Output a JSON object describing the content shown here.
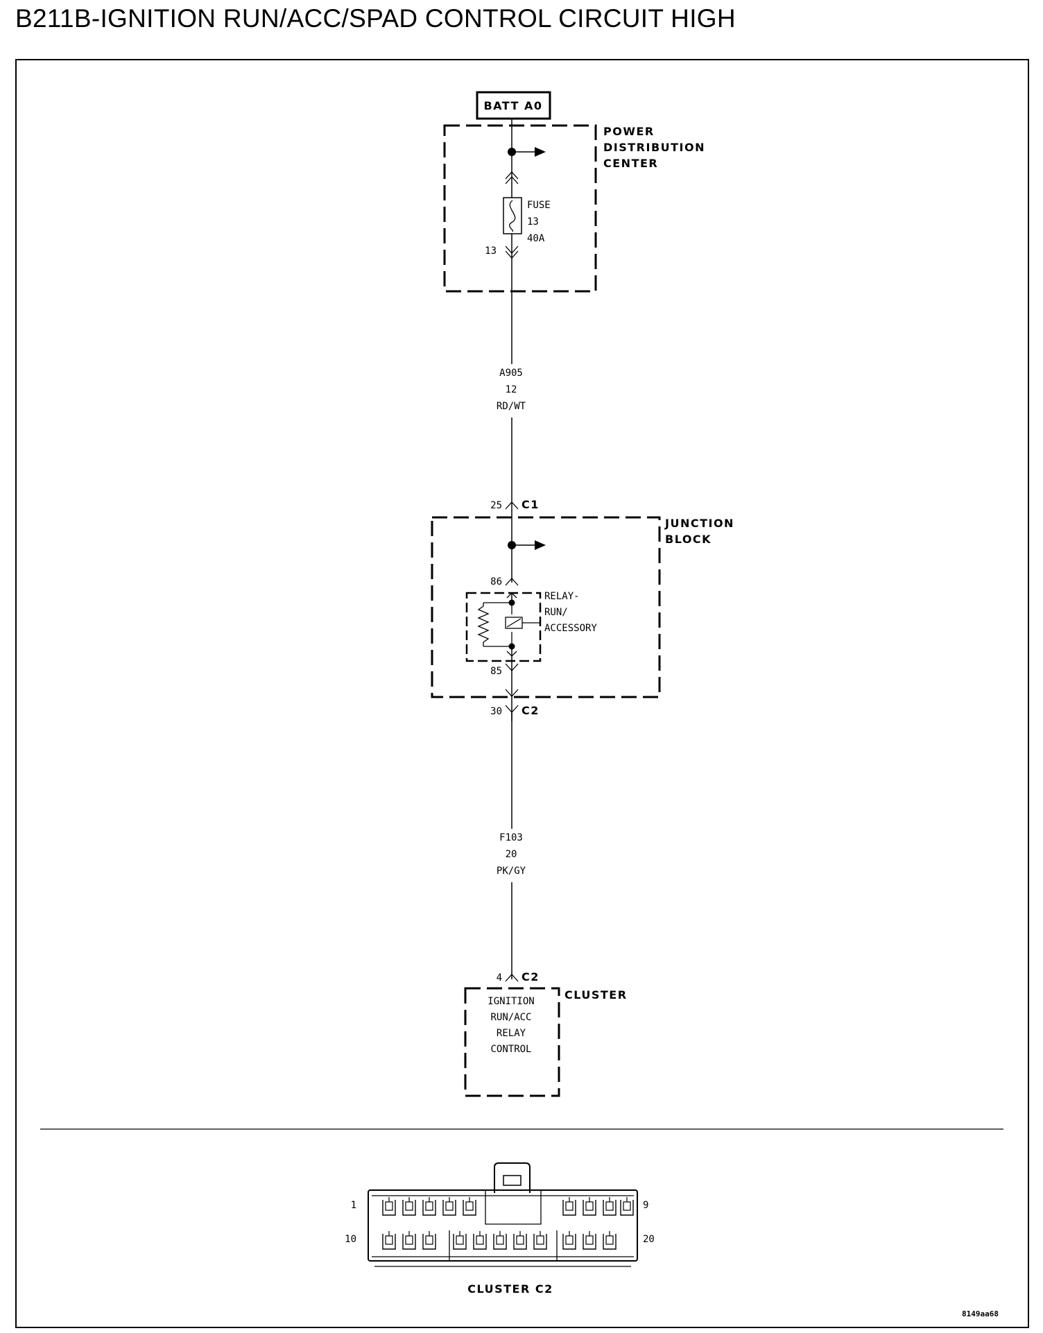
{
  "title": "B211B-IGNITION RUN/ACC/SPAD CONTROL CIRCUIT HIGH",
  "batt_label": "BATT A0",
  "pdc": {
    "label_lines": [
      "POWER",
      "DISTRIBUTION",
      "CENTER"
    ]
  },
  "fuse": {
    "label_lines": [
      "FUSE",
      "13",
      "40A"
    ],
    "pin": "13"
  },
  "wire1": {
    "circuit": "A905",
    "gauge": "12",
    "color": "RD/WT"
  },
  "junction_block": {
    "label_lines": [
      "JUNCTION",
      "BLOCK"
    ],
    "connector_in": {
      "pin": "25",
      "name": "C1"
    },
    "connector_out": {
      "pin": "30",
      "name": "C2"
    }
  },
  "relay": {
    "label_lines": [
      "RELAY-",
      "RUN/",
      "ACCESSORY"
    ],
    "pin_top": "86",
    "pin_bottom": "85"
  },
  "wire2": {
    "circuit": "F103",
    "gauge": "20",
    "color": "PK/GY"
  },
  "cluster": {
    "connector": {
      "pin": "4",
      "name": "C2"
    },
    "label": "CLUSTER",
    "function_lines": [
      "IGNITION",
      "RUN/ACC",
      "RELAY",
      "CONTROL"
    ]
  },
  "connector_view": {
    "label": "CLUSTER C2",
    "pin_labels": {
      "top_left": "1",
      "top_right": "9",
      "bottom_left": "10",
      "bottom_right": "20"
    }
  },
  "figure_id": "8149aa68"
}
